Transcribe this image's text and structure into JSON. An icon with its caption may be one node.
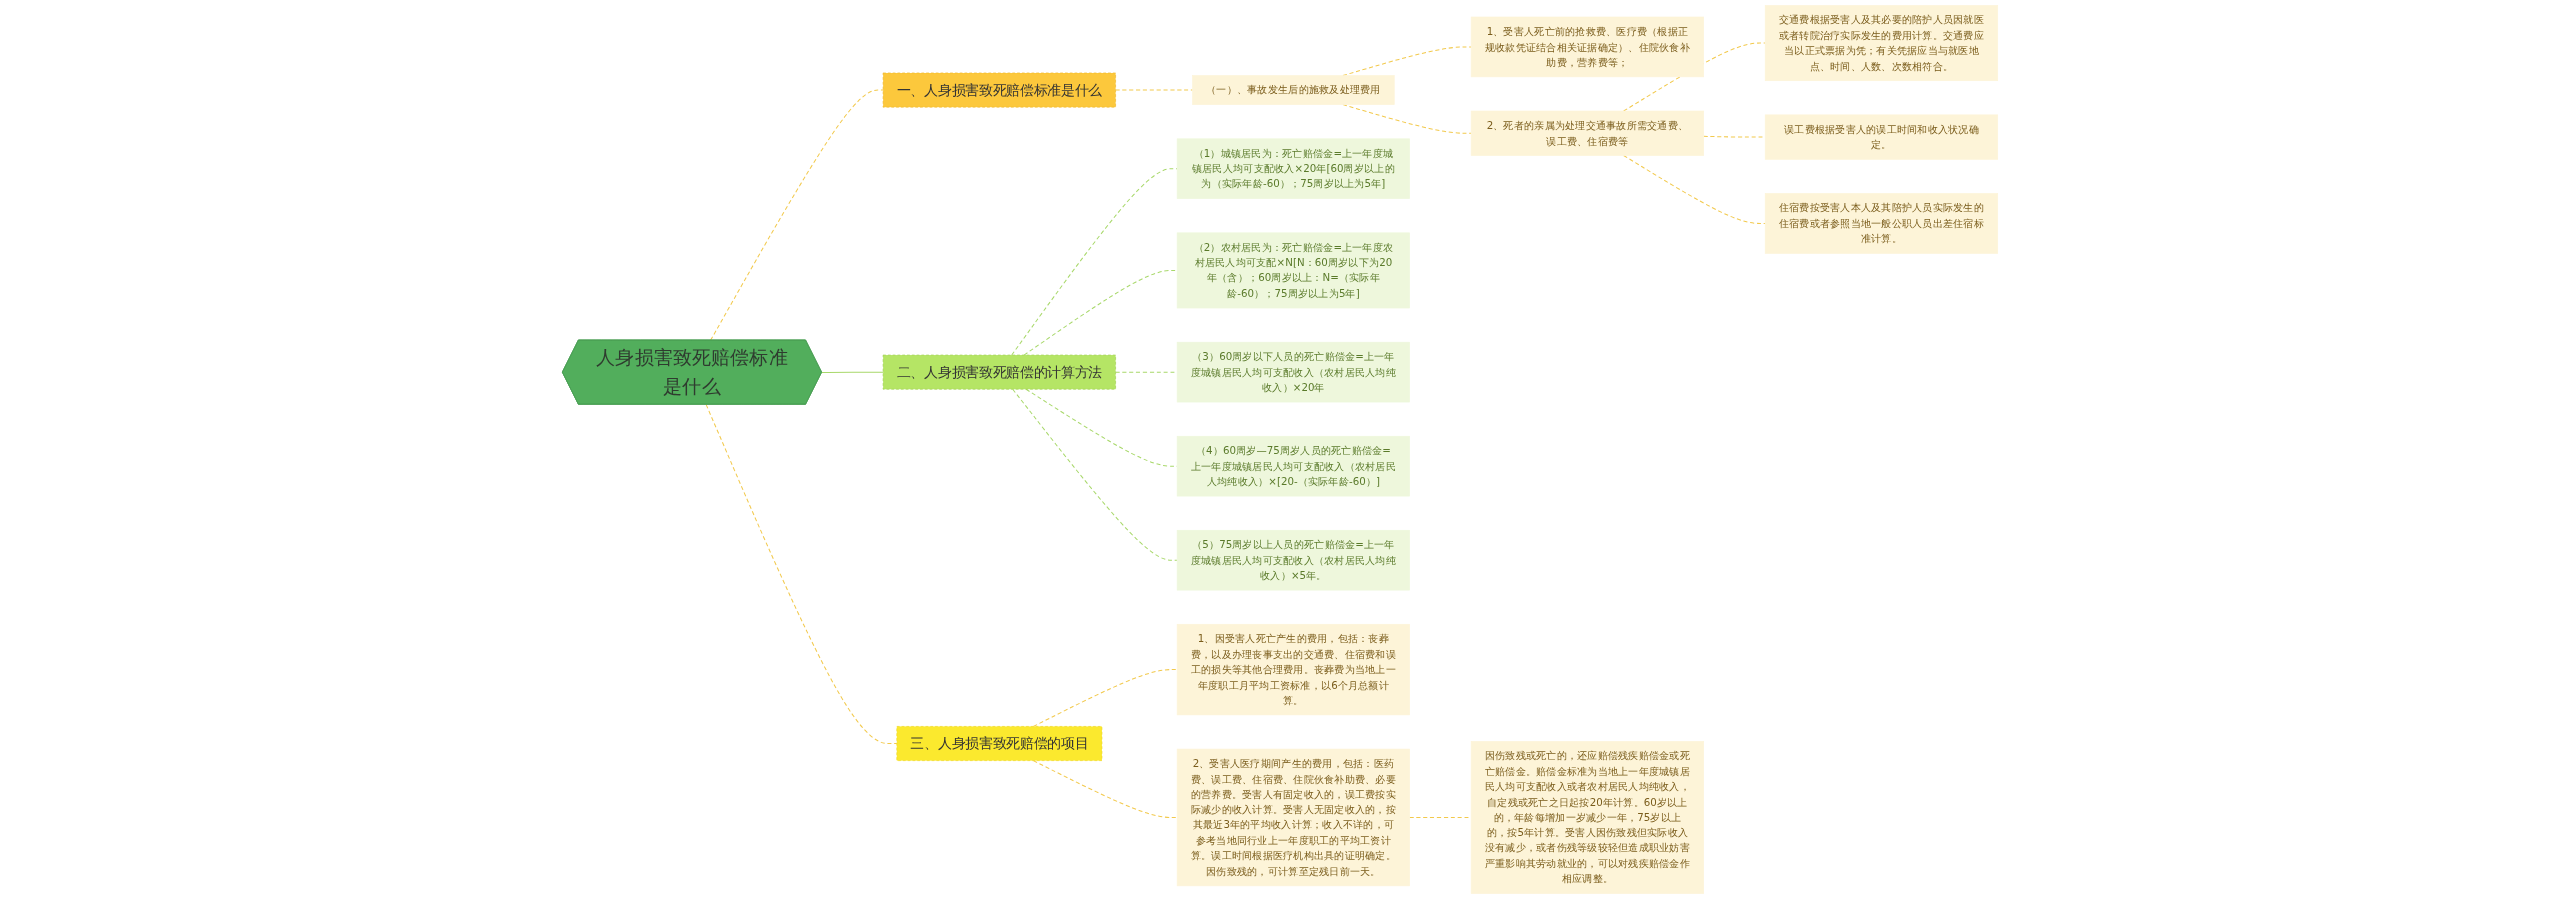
{
  "diagram": {
    "nodes": [
      {
        "text": [
          "人身损害致死赔偿标准是什么"
        ]
      },
      {
        "text": [
          "一、人身损害致死赔偿标准是什么"
        ]
      },
      {
        "text": [
          "（一）、事故发生后的施救及处理费用"
        ]
      },
      {
        "text": [
          "1、受害人死亡前的抢救费、医疗费（根据正规收款凭证结合相关证据确定）、住院伙食补助费，营养费等；"
        ]
      },
      {
        "text": [
          "2、死者的亲属为处理交通事故所需交通费、误工费、住宿费等"
        ]
      },
      {
        "text": [
          "交通费根据受害人及其必要的陪护人员因就医或者转院治疗实际发生的费用计算。交通费应当以正式票据为凭；有关凭据应当与就医地点、时间、人数、次数相符合。"
        ]
      },
      {
        "text": [
          "误工费根据受害人的误工时间和收入状况确定。"
        ]
      },
      {
        "text": [
          "住宿费按受害人本人及其陪护人员实际发生的住宿费或者参照当地一般公职人员出差住宿标准计算。"
        ]
      },
      {
        "text": [
          "二、人身损害致死赔偿的计算方法"
        ]
      },
      {
        "text": [
          "（1）城镇居民为：死亡赔偿金=上一年度城镇居民人均可支配收入×20年[60周岁以上的为（实际年龄-60）；75周岁以上为5年]"
        ]
      },
      {
        "text": [
          "（2）农村居民为：死亡赔偿金=上一年度农村居民人均可支配×N[N：60周岁以下为20年（含）；60周岁以上：N=（实际年龄-60）；75周岁以上为5年]"
        ]
      },
      {
        "text": [
          "（3）60周岁以下人员的死亡赔偿金=上一年度城镇居民人均可支配收入（农村居民人均纯收入）×20年"
        ]
      },
      {
        "text": [
          "（4）60周岁—75周岁人员的死亡赔偿金=上一年度城镇居民人均可支配收入（农村居民人均纯收入）×[20-（实际年龄-60）]"
        ]
      },
      {
        "text": [
          "（5）75周岁以上人员的死亡赔偿金=上一年度城镇居民人均可支配收入（农村居民人均纯收入）×5年。"
        ]
      },
      {
        "text": [
          "三、人身损害致死赔偿的项目"
        ]
      },
      {
        "text": [
          "1、因受害人死亡产生的费用，包括：丧葬费，以及办理丧事支出的交通费、住宿费和误工的损失等其他合理费用。丧葬费为当地上一年度职工月平均工资标准，以6个月总额计算。"
        ]
      },
      {
        "text": [
          "2、受害人医疗期间产生的费用，包括：医药费、误工费、住宿费、住院伙食补助费、必要的营养费。受害人有固定收入的，误工费按实际减少的收入计算。受害人无固定收入的，按其最近3年的平均收入计算；收入不详的，可参考当地同行业上一年度职工的平均工资计算。误工时间根据医疗机构出具的证明确定。因伤致残的，可计算至定残日前一天。"
        ]
      },
      {
        "text": [
          "因伤致残或死亡的，还应赔偿残疾赔偿金或死亡赔偿金。赔偿金标准为当地上一年度城镇居民人均可支配收入或者农村居民人均纯收入，自定残或死亡之日起按20年计算。60岁以上的，年龄每增加一岁减少一年，75岁以上的，按5年计算。受害人因伤致残但实际收入没有减少，或者伤残等级较轻但造成职业妨害严重影响其劳动就业的，可以对残疾赔偿金作相应调整。"
        ]
      }
    ],
    "edges": [
      {
        "from": 0,
        "to": 1,
        "arrow": "none",
        "style": "dashed"
      },
      {
        "from": 1,
        "to": 2,
        "arrow": "none",
        "style": "dashed"
      },
      {
        "from": 2,
        "to": 3,
        "arrow": "none",
        "style": "dashed"
      },
      {
        "from": 2,
        "to": 4,
        "arrow": "none",
        "style": "dashed"
      },
      {
        "from": 4,
        "to": 5,
        "arrow": "none",
        "style": "dashed"
      },
      {
        "from": 4,
        "to": 6,
        "arrow": "none",
        "style": "dashed"
      },
      {
        "from": 4,
        "to": 7,
        "arrow": "none",
        "style": "dashed"
      },
      {
        "from": 0,
        "to": 8,
        "arrow": "none",
        "color": "#a8d86a"
      },
      {
        "from": 8,
        "to": 9,
        "arrow": "none",
        "style": "dashed",
        "color": "#a8d86a"
      },
      {
        "from": 8,
        "to": 10,
        "arrow": "none",
        "style": "dashed",
        "color": "#a8d86a"
      },
      {
        "from": 8,
        "to": 11,
        "arrow": "none",
        "style": "dashed",
        "color": "#a8d86a"
      },
      {
        "from": 8,
        "to": 12,
        "arrow": "none",
        "style": "dashed",
        "color": "#a8d86a"
      },
      {
        "from": 8,
        "to": 13,
        "arrow": "none",
        "style": "dashed",
        "color": "#a8d86a"
      },
      {
        "from": 0,
        "to": 14,
        "arrow": "none",
        "style": "dashed"
      },
      {
        "from": 14,
        "to": 15,
        "arrow": "none",
        "style": "dashed"
      },
      {
        "from": 14,
        "to": 16,
        "arrow": "none",
        "style": "dashed"
      },
      {
        "from": 16,
        "to": 17,
        "arrow": "none",
        "style": "dashed"
      }
    ]
  }
}
